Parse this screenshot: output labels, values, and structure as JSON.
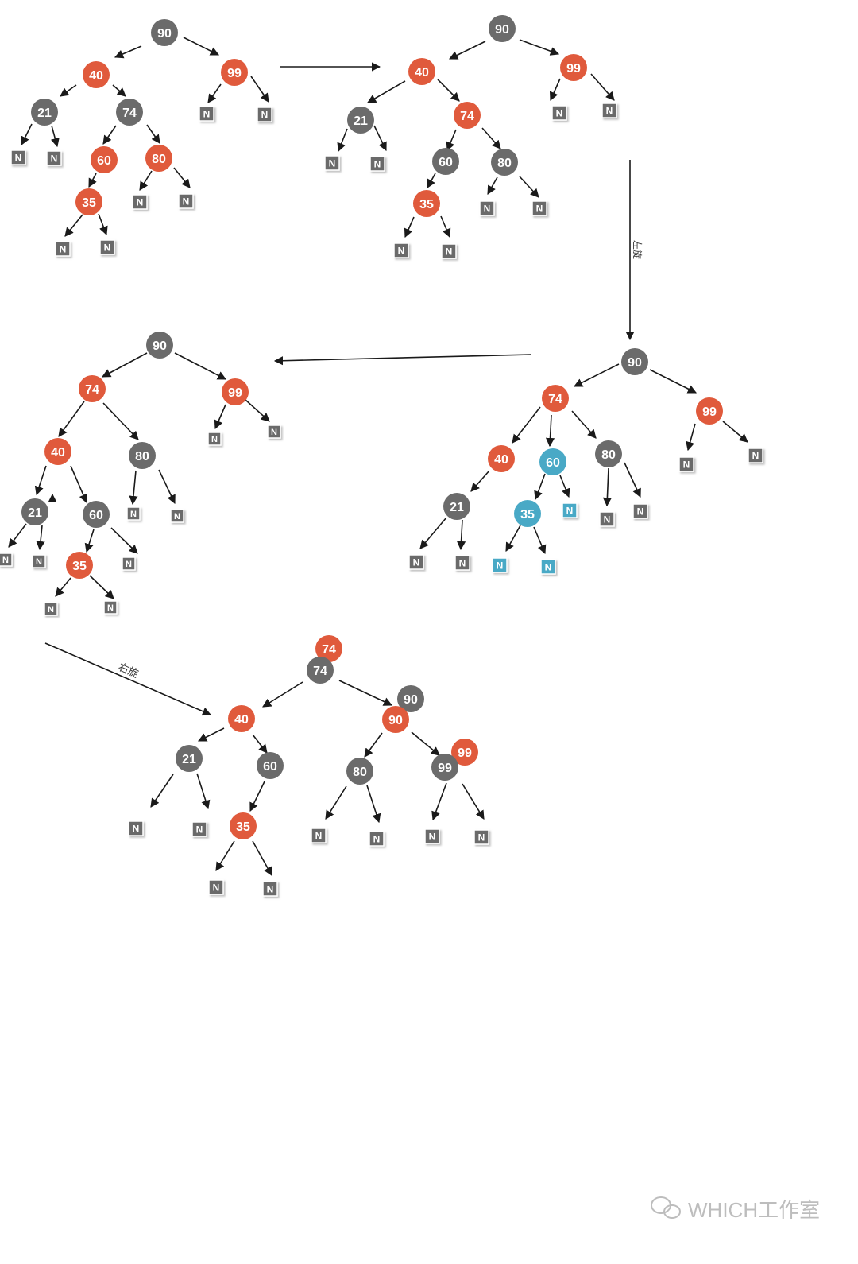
{
  "colors": {
    "red": "#e05a3c",
    "black": "#6b6b6b",
    "blue": "#49a9c6",
    "nil_fill": "#6b6b6b",
    "edge": "#1a1a1a",
    "watermark": "#bdbdbd"
  },
  "annotations": {
    "left_rotate": "左旋",
    "right_rotate": "右旋"
  },
  "watermark": {
    "text": "WHICH工作室",
    "icon": "wechat-icon"
  },
  "nil_label": "N",
  "trees": [
    {
      "id": "tree-1-initial",
      "nodes": [
        {
          "label": "90",
          "color": "black"
        },
        {
          "label": "40",
          "color": "red"
        },
        {
          "label": "99",
          "color": "red"
        },
        {
          "label": "21",
          "color": "black"
        },
        {
          "label": "74",
          "color": "black"
        },
        {
          "label": "60",
          "color": "red"
        },
        {
          "label": "80",
          "color": "red"
        },
        {
          "label": "35",
          "color": "red"
        }
      ]
    },
    {
      "id": "tree-2-recolor",
      "nodes": [
        {
          "label": "90",
          "color": "black"
        },
        {
          "label": "40",
          "color": "red"
        },
        {
          "label": "99",
          "color": "red"
        },
        {
          "label": "21",
          "color": "black"
        },
        {
          "label": "74",
          "color": "red"
        },
        {
          "label": "60",
          "color": "black"
        },
        {
          "label": "80",
          "color": "black"
        },
        {
          "label": "35",
          "color": "red"
        }
      ]
    },
    {
      "id": "tree-3-left-rotated",
      "nodes": [
        {
          "label": "90",
          "color": "black"
        },
        {
          "label": "74",
          "color": "red"
        },
        {
          "label": "99",
          "color": "red"
        },
        {
          "label": "40",
          "color": "red"
        },
        {
          "label": "60",
          "color": "blue"
        },
        {
          "label": "80",
          "color": "black"
        },
        {
          "label": "21",
          "color": "black"
        },
        {
          "label": "35",
          "color": "blue"
        }
      ]
    },
    {
      "id": "tree-4-reattached",
      "nodes": [
        {
          "label": "90",
          "color": "black"
        },
        {
          "label": "74",
          "color": "red"
        },
        {
          "label": "99",
          "color": "red"
        },
        {
          "label": "40",
          "color": "red"
        },
        {
          "label": "80",
          "color": "black"
        },
        {
          "label": "21",
          "color": "black"
        },
        {
          "label": "60",
          "color": "black"
        },
        {
          "label": "35",
          "color": "red"
        }
      ]
    },
    {
      "id": "tree-5-right-rotated",
      "nodes": [
        {
          "label": "74",
          "color": "black",
          "previous": "red"
        },
        {
          "label": "40",
          "color": "red"
        },
        {
          "label": "90",
          "color": "red",
          "previous": "black"
        },
        {
          "label": "21",
          "color": "black"
        },
        {
          "label": "60",
          "color": "black"
        },
        {
          "label": "80",
          "color": "black"
        },
        {
          "label": "99",
          "color": "black",
          "previous": "red"
        },
        {
          "label": "35",
          "color": "red"
        }
      ]
    }
  ]
}
